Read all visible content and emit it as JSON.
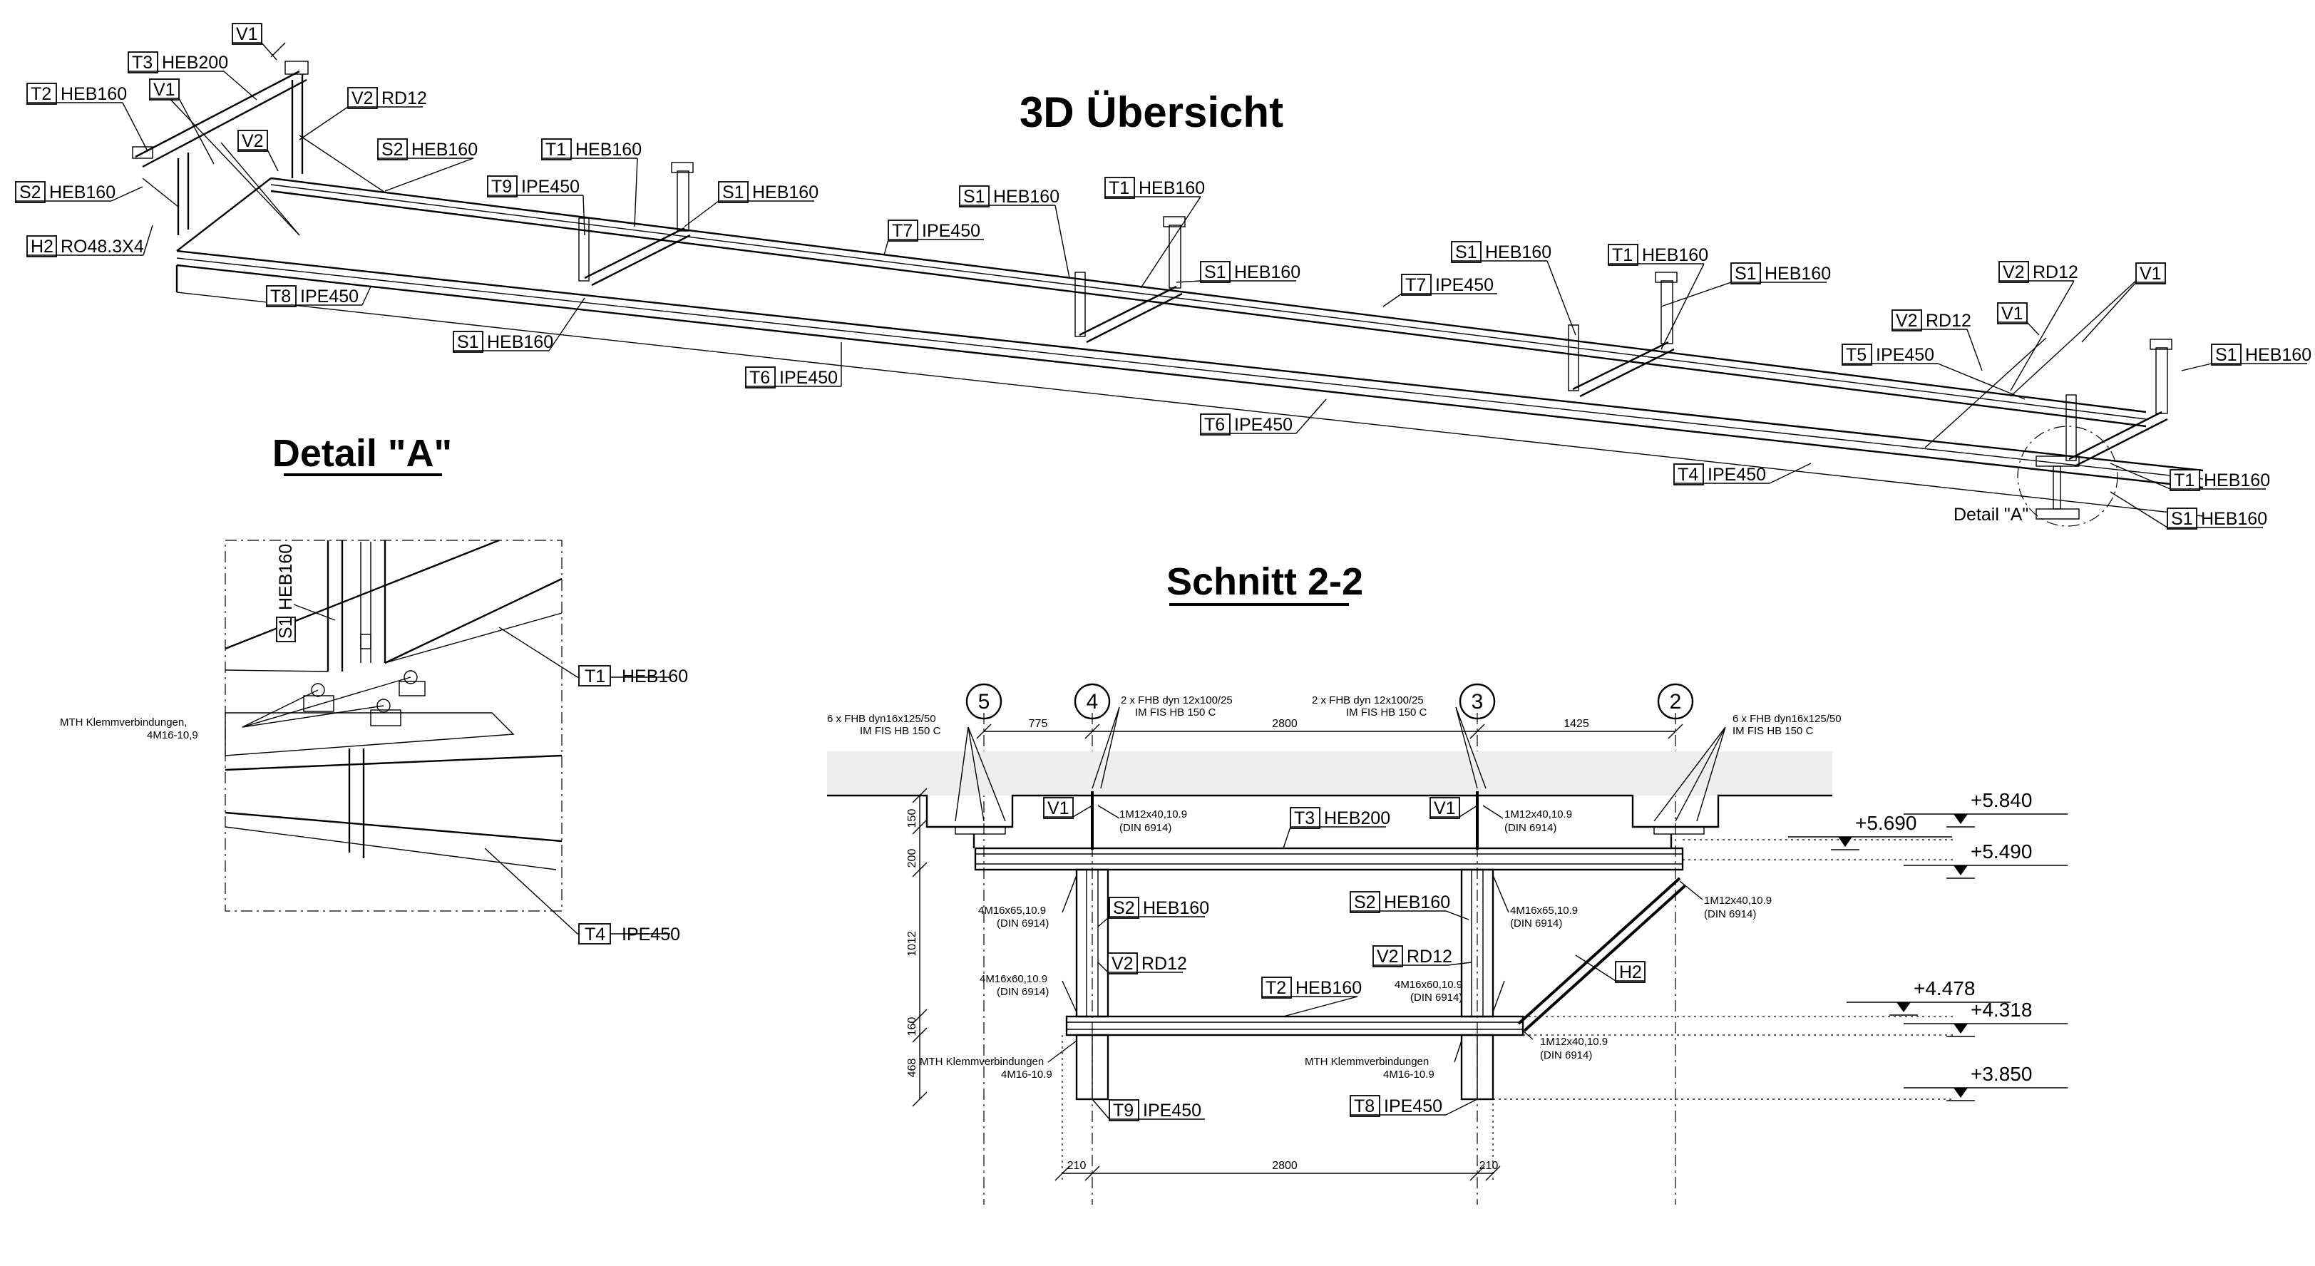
{
  "titles": {
    "overview": "3D Übersicht",
    "detail_a": "Detail \"A\"",
    "section": "Schnitt 2-2"
  },
  "overview_labels": [
    {
      "tag": "V1",
      "text": ""
    },
    {
      "tag": "T3",
      "text": "HEB200"
    },
    {
      "tag": "T2",
      "text": "HEB160"
    },
    {
      "tag": "V1",
      "text": ""
    },
    {
      "tag": "V2",
      "text": "RD12"
    },
    {
      "tag": "V2",
      "text": ""
    },
    {
      "tag": "S2",
      "text": "HEB160"
    },
    {
      "tag": "S2",
      "text": "HEB160"
    },
    {
      "tag": "H2",
      "text": "RO48.3X4"
    },
    {
      "tag": "T1",
      "text": "HEB160"
    },
    {
      "tag": "T9",
      "text": "IPE450"
    },
    {
      "tag": "S1",
      "text": "HEB160"
    },
    {
      "tag": "T8",
      "text": "IPE450"
    },
    {
      "tag": "S1",
      "text": "HEB160"
    },
    {
      "tag": "T6",
      "text": "IPE450"
    },
    {
      "tag": "S1",
      "text": "HEB160"
    },
    {
      "tag": "T1",
      "text": "HEB160"
    },
    {
      "tag": "T7",
      "text": "IPE450"
    },
    {
      "tag": "S1",
      "text": "HEB160"
    },
    {
      "tag": "T7",
      "text": "IPE450"
    },
    {
      "tag": "S1",
      "text": "HEB160"
    },
    {
      "tag": "T1",
      "text": "HEB160"
    },
    {
      "tag": "S1",
      "text": "HEB160"
    },
    {
      "tag": "T6",
      "text": "IPE450"
    },
    {
      "tag": "V2",
      "text": "RD12"
    },
    {
      "tag": "V1",
      "text": ""
    },
    {
      "tag": "V2",
      "text": "RD12"
    },
    {
      "tag": "V1",
      "text": ""
    },
    {
      "tag": "T5",
      "text": "IPE450"
    },
    {
      "tag": "S1",
      "text": "HEB160"
    },
    {
      "tag": "T4",
      "text": "IPE450"
    },
    {
      "tag": "T1",
      "text": "HEB160"
    },
    {
      "tag": "S1",
      "text": "HEB160"
    }
  ],
  "detail_ref": "Detail \"A\"",
  "detail_a": {
    "s1": {
      "tag": "S1",
      "text": "HEB160"
    },
    "t1": {
      "tag": "T1",
      "text": "HEB160"
    },
    "t4": {
      "tag": "T4",
      "text": "IPE450"
    },
    "clamp_line1": "MTH Klemmverbindungen,",
    "clamp_line2": "4M16-10,9"
  },
  "section": {
    "axes": [
      "5",
      "4",
      "3",
      "2"
    ],
    "top_dims": [
      "775",
      "2800",
      "1425"
    ],
    "left_dims": [
      "150",
      "200",
      "1012",
      "160",
      "468"
    ],
    "bottom_dims": [
      "210",
      "2800",
      "210"
    ],
    "anchors_l1": "6 x FHB dyn16x125/50",
    "anchors_l2": "IM FIS HB 150 C",
    "anchors_m1": "2 x FHB dyn 12x100/25",
    "anchors_m2": "IM FIS HB 150 C",
    "anchors_m3": "2 x FHB dyn 12x100/25",
    "anchors_m4": "IM FIS HB 150 C",
    "anchors_r1": "6 x FHB dyn16x125/50",
    "anchors_r2": "IM FIS HB 150 C",
    "bolt_a1": "1M12x40,10.9",
    "bolt_a2": "(DIN 6914)",
    "bolt_b1": "1M12x40,10.9",
    "bolt_b2": "(DIN 6914)",
    "bolt_c1": "1M12x40,10.9",
    "bolt_c2": "(DIN 6914)",
    "bolt_d1": "1M12x40,10.9",
    "bolt_d2": "(DIN 6914)",
    "bolt_e1": "4M16x65,10.9",
    "bolt_e2": "(DIN 6914)",
    "bolt_f1": "4M16x60,10.9",
    "bolt_f2": "(DIN 6914)",
    "bolt_g1": "4M16x65,10.9",
    "bolt_g2": "(DIN 6914)",
    "bolt_h1": "4M16x60,10.9",
    "bolt_h2": "(DIN 6914)",
    "clamp_l1": "MTH Klemmverbindungen",
    "clamp_l2": "4M16-10.9",
    "clamp_r1": "MTH Klemmverbindungen",
    "clamp_r2": "4M16-10.9",
    "members": [
      {
        "tag": "V1",
        "text": ""
      },
      {
        "tag": "V1",
        "text": ""
      },
      {
        "tag": "T3",
        "text": "HEB200"
      },
      {
        "tag": "S2",
        "text": "HEB160"
      },
      {
        "tag": "S2",
        "text": "HEB160"
      },
      {
        "tag": "V2",
        "text": "RD12"
      },
      {
        "tag": "V2",
        "text": "RD12"
      },
      {
        "tag": "T2",
        "text": "HEB160"
      },
      {
        "tag": "H2",
        "text": ""
      },
      {
        "tag": "T9",
        "text": "IPE450"
      },
      {
        "tag": "T8",
        "text": "IPE450"
      }
    ],
    "levels": [
      "+5.840",
      "+5.690",
      "+5.490",
      "+4.478",
      "+4.318",
      "+3.850"
    ]
  }
}
